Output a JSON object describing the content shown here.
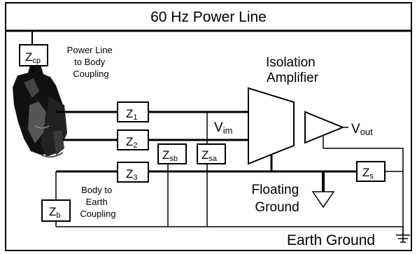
{
  "title": "60 Hz Power Line",
  "labels": {
    "power_coupling": [
      "Power Line",
      "to Body",
      "Coupling"
    ],
    "body_earth_coupling": [
      "Body to",
      "Earth",
      "Coupling"
    ],
    "amplifier": [
      "Isolation",
      "Amplifier"
    ],
    "floating_ground": [
      "Floating",
      "Ground"
    ],
    "earth_ground": "Earth Ground",
    "v_im": {
      "main": "V",
      "sub": "im"
    },
    "v_out": {
      "main": "V",
      "sub": "out"
    }
  },
  "impedances": {
    "zcp": {
      "main": "Z",
      "sub": "cp"
    },
    "z1": {
      "main": "Z",
      "sub": "1"
    },
    "z2": {
      "main": "Z",
      "sub": "2"
    },
    "z3": {
      "main": "Z",
      "sub": "3"
    },
    "zsb": {
      "main": "Z",
      "sub": "sb"
    },
    "zsa": {
      "main": "Z",
      "sub": "sa"
    },
    "zs": {
      "main": "Z",
      "sub": "s"
    },
    "zb": {
      "main": "Z",
      "sub": "b"
    }
  },
  "colors": {
    "line": "#000000",
    "heart": "#111111",
    "background": "#ffffff"
  }
}
